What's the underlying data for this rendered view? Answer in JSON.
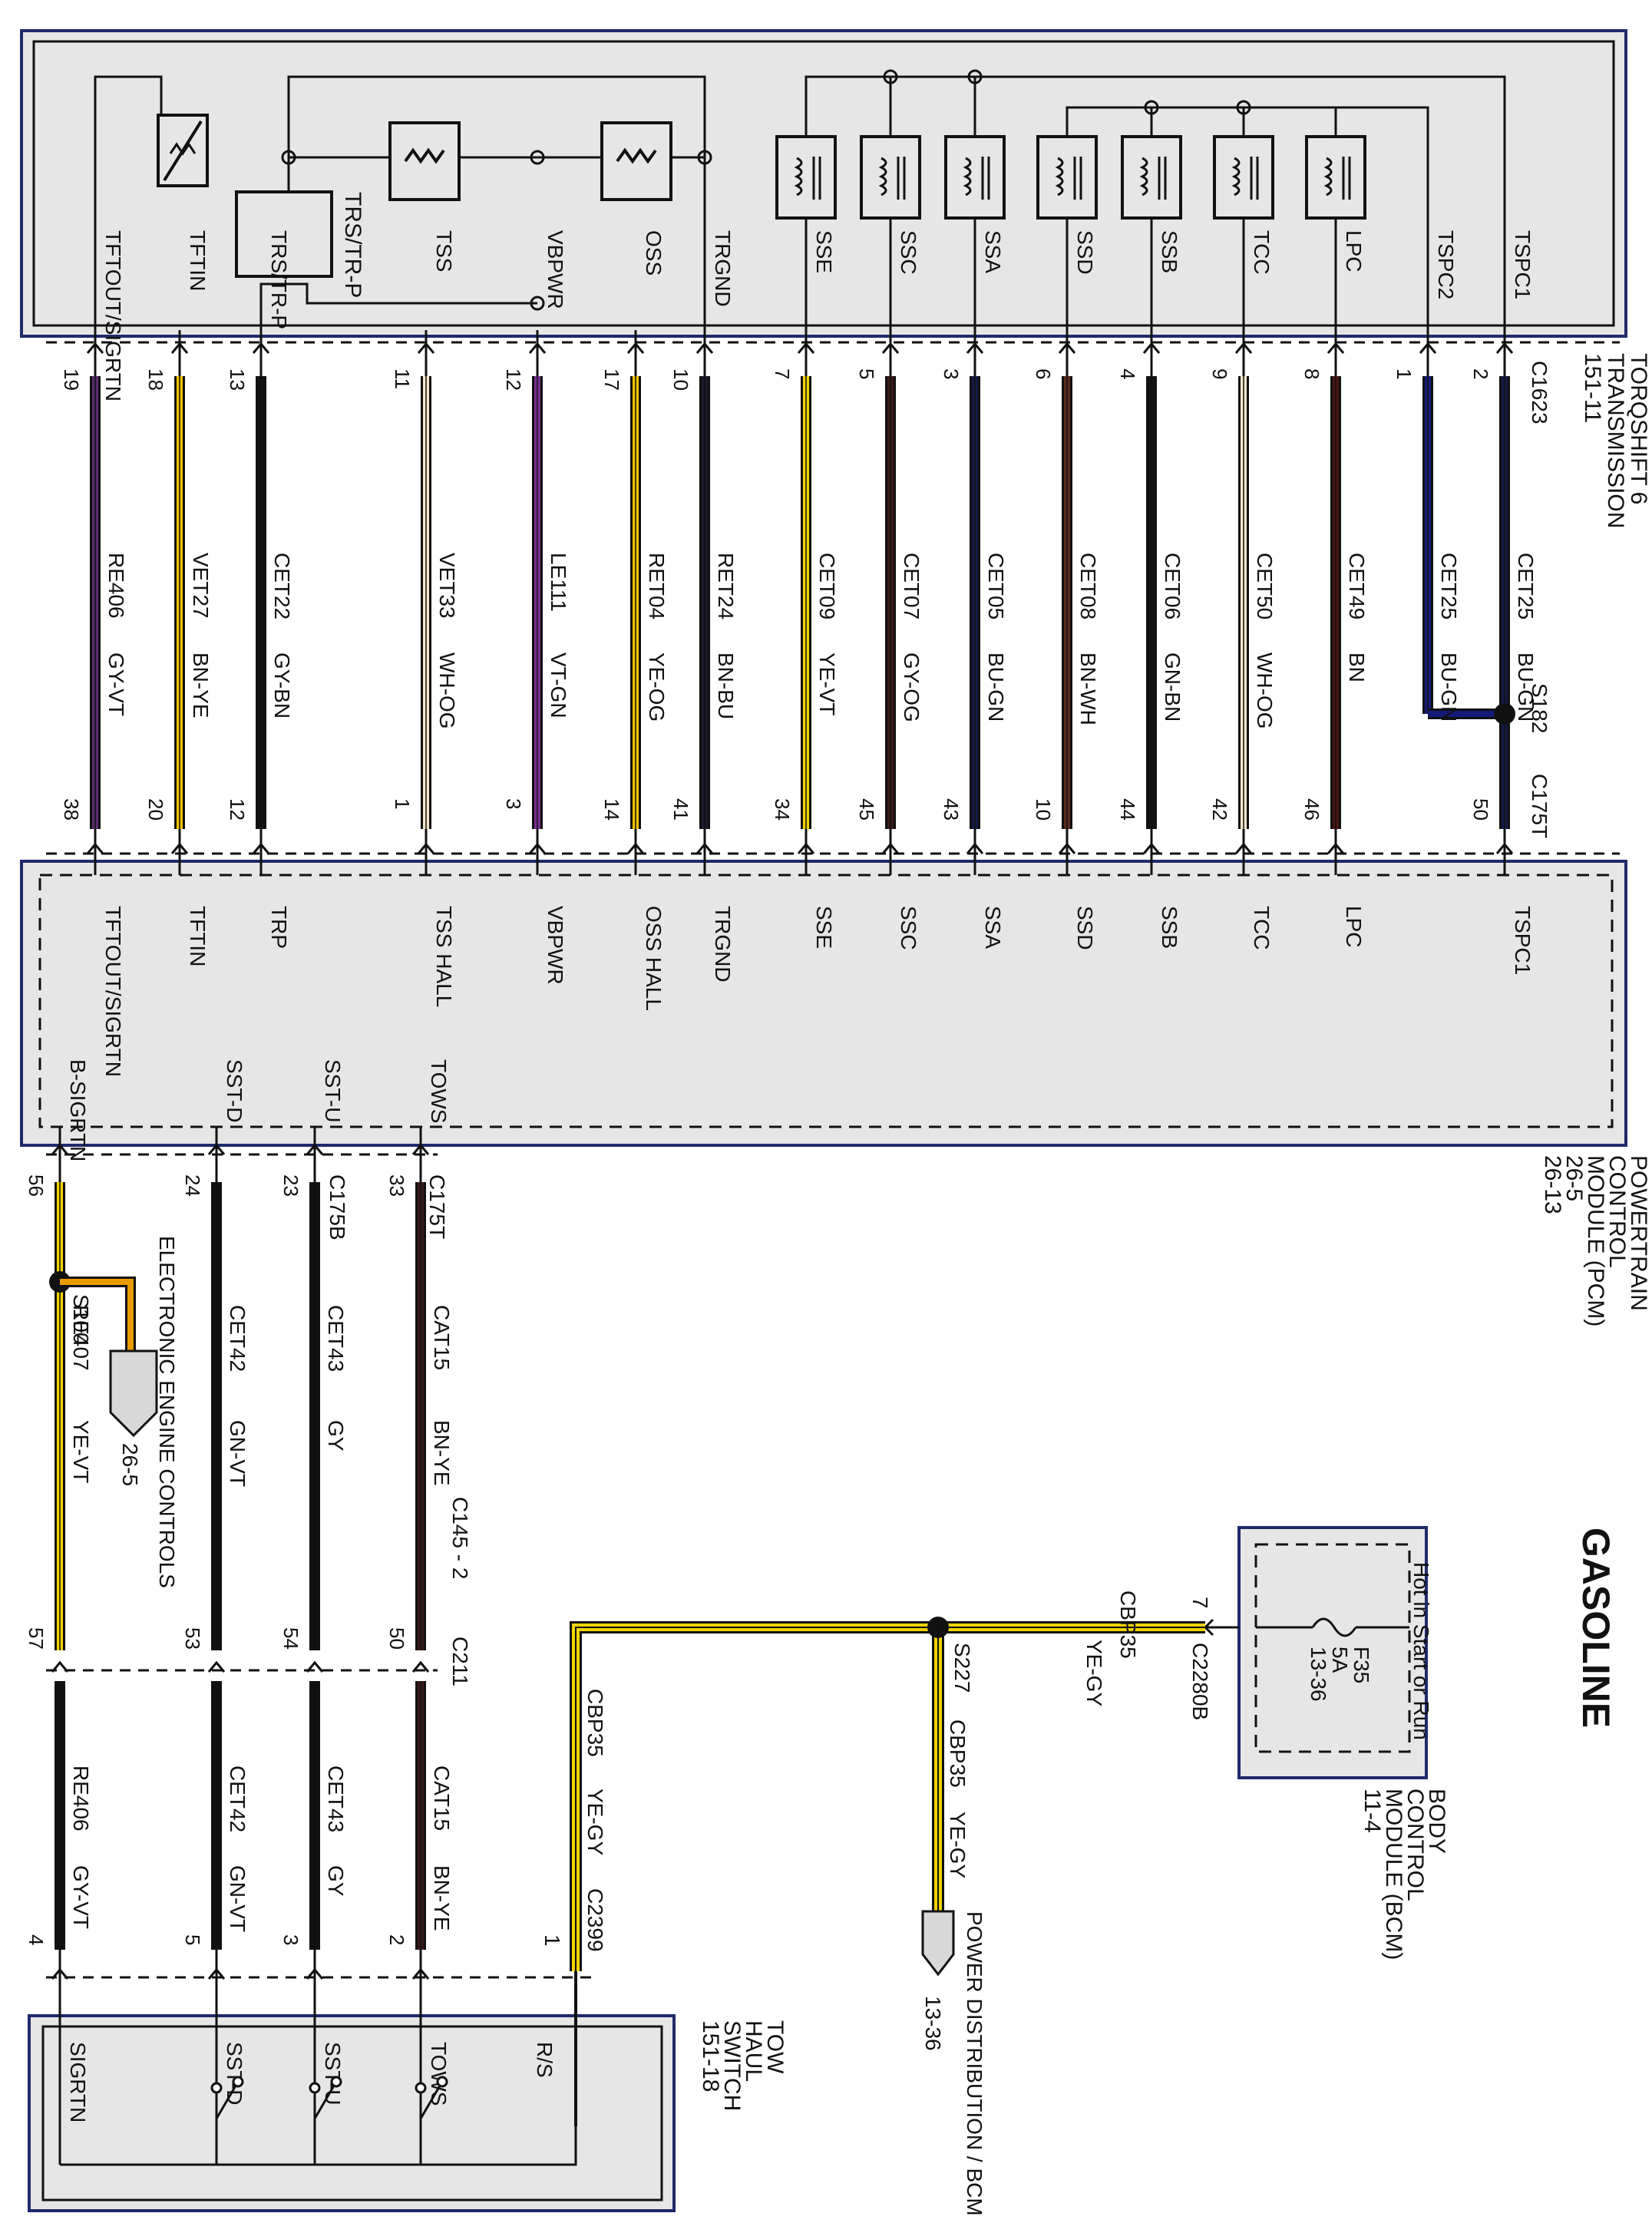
{
  "title": "GASOLINE",
  "colors": {
    "module_border": "#1f2a6b",
    "module_fill": "#e6e6e6"
  },
  "modules": {
    "transmission": {
      "lines": [
        "TORQSHIFT 6",
        "TRANSMISSION",
        "151-11"
      ]
    },
    "pcm": {
      "lines": [
        "POWERTRAIN",
        "CONTROL",
        "MODULE (PCM)",
        "26-5",
        "26-13"
      ]
    },
    "bcm": {
      "lines": [
        "BODY",
        "CONTROL",
        "MODULE (BCM)",
        "11-4"
      ],
      "hot_label": "Hot in Start or Run",
      "fuse": [
        "F35",
        "5A",
        "13-36"
      ]
    },
    "tow_haul_switch": {
      "lines": [
        "TOW",
        "HAUL",
        "SWITCH",
        "151-18"
      ]
    }
  },
  "transmission_components": [
    "TRS/TR-P"
  ],
  "connectors": {
    "c1623": "C1623",
    "c175t_top": "C175T",
    "c175t_bottom": "C175T",
    "c175b": "C175B",
    "c2280b": "C2280B",
    "c145": "C145 - 2",
    "c211": "C211",
    "c2399": "C2399"
  },
  "splices": {
    "s182": "S182",
    "s100": "S100",
    "s227": "S227"
  },
  "trans_pcm_circuits": [
    {
      "trans_label": "TFTOUT/SIGRTN",
      "trans_pin": "19",
      "circuit": "RE406",
      "color": "GY-VT",
      "pcm_pin": "38",
      "pcm_label": "TFTOUT/SIGRTN",
      "wire_hex": "#5a2a6e"
    },
    {
      "trans_label": "TFTIN",
      "trans_pin": "18",
      "circuit": "VET27",
      "color": "BN-YE",
      "pcm_pin": "20",
      "pcm_label": "TFTIN",
      "wire_hex": "#f2c200"
    },
    {
      "trans_label": "TRS/TR-P",
      "trans_pin": "13",
      "circuit": "CET22",
      "color": "GY-BN",
      "pcm_pin": "12",
      "pcm_label": "TRP",
      "wire_hex": "#111111"
    },
    {
      "trans_label": "TSS",
      "trans_pin": "11",
      "circuit": "VET33",
      "color": "WH-OG",
      "pcm_pin": "1",
      "pcm_label": "TSS HALL",
      "wire_hex": "#f5e7c8"
    },
    {
      "trans_label": "VBPWR",
      "trans_pin": "12",
      "circuit": "LE111",
      "color": "VT-GN",
      "pcm_pin": "3",
      "pcm_label": "VBPWR",
      "wire_hex": "#7a2e8e"
    },
    {
      "trans_label": "OSS",
      "trans_pin": "17",
      "circuit": "RET04",
      "color": "YE-OG",
      "pcm_pin": "14",
      "pcm_label": "OSS HALL",
      "wire_hex": "#f2c200"
    },
    {
      "trans_label": "TRGND",
      "trans_pin": "10",
      "circuit": "RET24",
      "color": "BN-BU",
      "pcm_pin": "41",
      "pcm_label": "TRGND",
      "wire_hex": "#1b1b2e"
    },
    {
      "trans_label": "SSE",
      "trans_pin": "7",
      "circuit": "CET09",
      "color": "YE-VT",
      "pcm_pin": "34",
      "pcm_label": "SSE",
      "wire_hex": "#f2d400"
    },
    {
      "trans_label": "SSC",
      "trans_pin": "5",
      "circuit": "CET07",
      "color": "GY-OG",
      "pcm_pin": "45",
      "pcm_label": "SSC",
      "wire_hex": "#3a1a1a"
    },
    {
      "trans_label": "SSA",
      "trans_pin": "3",
      "circuit": "CET05",
      "color": "BU-GN",
      "pcm_pin": "43",
      "pcm_label": "SSA",
      "wire_hex": "#141a4a"
    },
    {
      "trans_label": "SSD",
      "trans_pin": "6",
      "circuit": "CET08",
      "color": "BN-WH",
      "pcm_pin": "10",
      "pcm_label": "SSD",
      "wire_hex": "#5a2a1e"
    },
    {
      "trans_label": "SSB",
      "trans_pin": "4",
      "circuit": "CET06",
      "color": "GN-BN",
      "pcm_pin": "44",
      "pcm_label": "SSB",
      "wire_hex": "#111111"
    },
    {
      "trans_label": "TCC",
      "trans_pin": "9",
      "circuit": "CET50",
      "color": "WH-OG",
      "pcm_pin": "42",
      "pcm_label": "TCC",
      "wire_hex": "#f5e7c8"
    },
    {
      "trans_label": "LPC",
      "trans_pin": "8",
      "circuit": "CET49",
      "color": "BN",
      "pcm_pin": "46",
      "pcm_label": "LPC",
      "wire_hex": "#4a1414"
    },
    {
      "trans_label": "TSPC2",
      "trans_pin": "1",
      "circuit": "CET25",
      "color": "BU-GN",
      "pcm_pin": "",
      "pcm_label": "",
      "wire_hex": "#141a7a"
    },
    {
      "trans_label": "TSPC1",
      "trans_pin": "2",
      "circuit": "CET25",
      "color": "BU-GN",
      "pcm_pin": "50",
      "pcm_label": "TSPC1",
      "wire_hex": "#141a4a"
    }
  ],
  "pcm_lower_circuits": [
    {
      "pcm_label": "B-SIGRTN",
      "pcm_pin": "56",
      "circuit_1": "RE407",
      "color_1": "YE-VT",
      "inline_pin_a": "57",
      "circuit_2": "RE406",
      "color_2": "GY-VT",
      "switch_pin": "4",
      "switch_label": "SIGRTN",
      "hex_1": "#f2d400",
      "hex_2": "#111111"
    },
    {
      "pcm_label": "SST-D",
      "pcm_pin": "24",
      "circuit_1": "CET42",
      "color_1": "GN-VT",
      "inline_pin_a": "53",
      "circuit_2": "CET42",
      "color_2": "GN-VT",
      "switch_pin": "5",
      "switch_label": "SST-D",
      "hex_1": "#111111",
      "hex_2": "#111111"
    },
    {
      "pcm_label": "SST-U",
      "pcm_pin": "23",
      "circuit_1": "CET43",
      "color_1": "GY",
      "inline_pin_a": "54",
      "circuit_2": "CET43",
      "color_2": "GY",
      "switch_pin": "3",
      "switch_label": "SST-U",
      "hex_1": "#111111",
      "hex_2": "#111111"
    },
    {
      "pcm_label": "TOWS",
      "pcm_pin": "33",
      "circuit_1": "CAT15",
      "color_1": "BN-YE",
      "inline_pin_a": "50",
      "circuit_2": "CAT15",
      "color_2": "BN-YE",
      "switch_pin": "2",
      "switch_label": "TOWS",
      "hex_1": "#3a1a1a",
      "hex_2": "#3a1a1a"
    }
  ],
  "power_circuits": {
    "bcm_pin": "7",
    "circuit": "CBP35",
    "color": "YE-GY",
    "switch_pin": "1",
    "switch_label": "R/S",
    "wire_hex": "#f2d400"
  },
  "references": {
    "electronic_engine_controls": "ELECTRONIC ENGINE CONTROLS",
    "eec_page": "26-5",
    "power_distribution": "POWER DISTRIBUTION / BCM",
    "power_page": "13-36"
  }
}
